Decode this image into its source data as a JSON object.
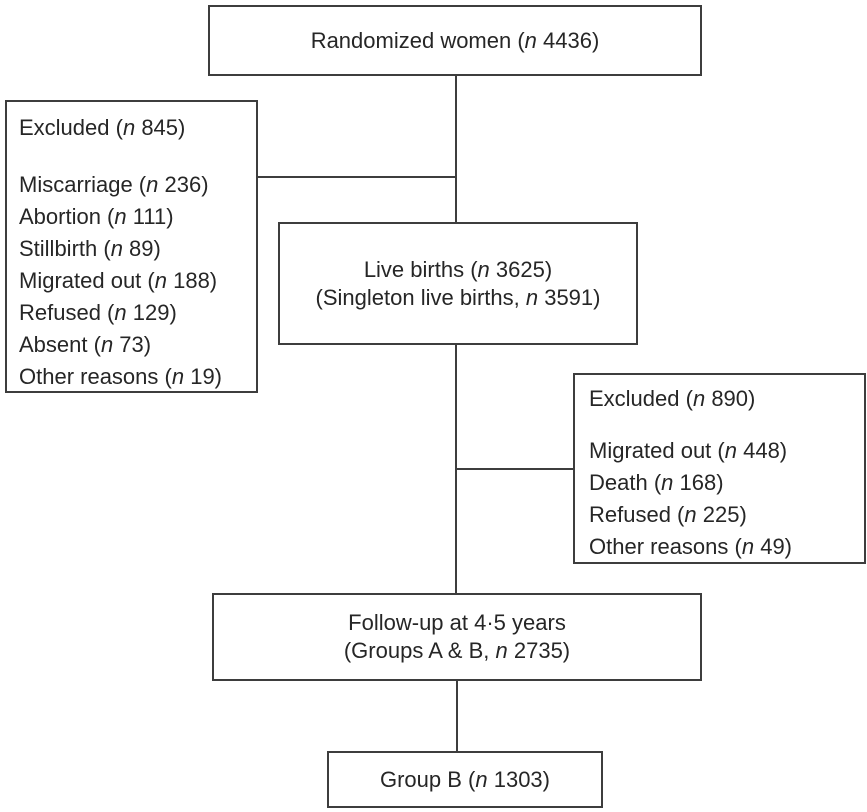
{
  "styles": {
    "border_color": "#3d3d3d",
    "text_color": "#262626",
    "background": "#ffffff"
  },
  "boxes": {
    "randomized": {
      "lines": [
        {
          "pre": "Randomized women (",
          "n": "n",
          "post": " 4436)"
        }
      ]
    },
    "excluded_left": {
      "title": {
        "pre": "Excluded (",
        "n": "n",
        "post": " 845)"
      },
      "items": [
        {
          "pre": "Miscarriage (",
          "n": "n",
          "post": " 236)"
        },
        {
          "pre": "Abortion (",
          "n": "n",
          "post": " 111)"
        },
        {
          "pre": "Stillbirth (",
          "n": "n",
          "post": " 89)"
        },
        {
          "pre": "Migrated out (",
          "n": "n",
          "post": " 188)"
        },
        {
          "pre": "Refused (",
          "n": "n",
          "post": " 129)"
        },
        {
          "pre": "Absent (",
          "n": "n",
          "post": " 73)"
        },
        {
          "pre": "Other reasons (",
          "n": "n",
          "post": " 19)"
        }
      ]
    },
    "live_births": {
      "lines": [
        {
          "pre": "Live births (",
          "n": "n",
          "post": " 3625)"
        },
        {
          "pre": "(Singleton live births, ",
          "n": "n",
          "post": " 3591)"
        }
      ]
    },
    "excluded_right": {
      "title": {
        "pre": "Excluded (",
        "n": "n",
        "post": " 890)"
      },
      "items": [
        {
          "pre": "Migrated out (",
          "n": "n",
          "post": " 448)"
        },
        {
          "pre": "Death (",
          "n": "n",
          "post": " 168)"
        },
        {
          "pre": "Refused (",
          "n": "n",
          "post": " 225)"
        },
        {
          "pre": "Other reasons (",
          "n": "n",
          "post": " 49)"
        }
      ]
    },
    "followup": {
      "lines": [
        {
          "pre": "Follow-up at 4·5 years",
          "n": "",
          "post": ""
        },
        {
          "pre": "(Groups A & B, ",
          "n": "n",
          "post": " 2735)"
        }
      ]
    },
    "group_b": {
      "lines": [
        {
          "pre": "Group B (",
          "n": "n",
          "post": " 1303)"
        }
      ]
    }
  }
}
